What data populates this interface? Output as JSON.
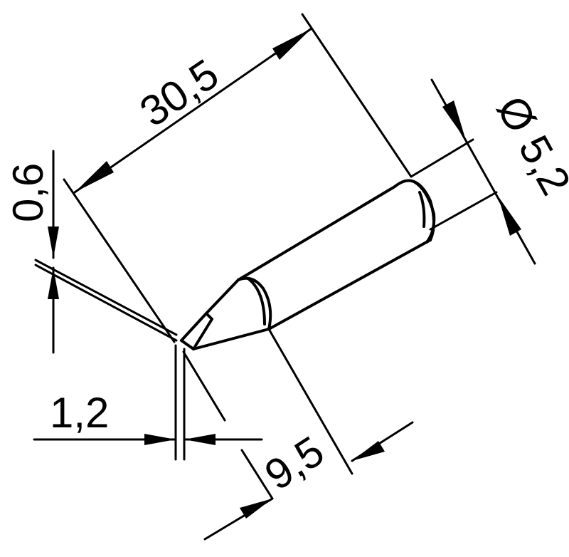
{
  "dimensions": {
    "overall_length": "30,5",
    "shank_diameter": "Ø 5,2",
    "tip_thickness": "0,6",
    "tip_width": "1,2",
    "taper_length": "9,5"
  },
  "colors": {
    "line": "#000000",
    "background": "#ffffff"
  }
}
